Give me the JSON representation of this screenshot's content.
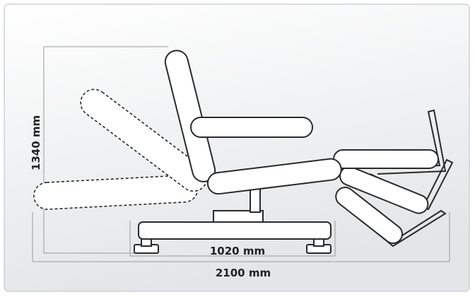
{
  "diagram": {
    "height_label": "1340 mm",
    "base_width_label": "1020 mm",
    "total_length_label": "2100 mm"
  },
  "colors": {
    "panel_bg_top": "#ffffff",
    "panel_bg_bottom": "#e4e6e8",
    "outline": "#2a2a2a",
    "dim_line": "#9a9a9a",
    "cushion_fill": "#ffffff"
  }
}
